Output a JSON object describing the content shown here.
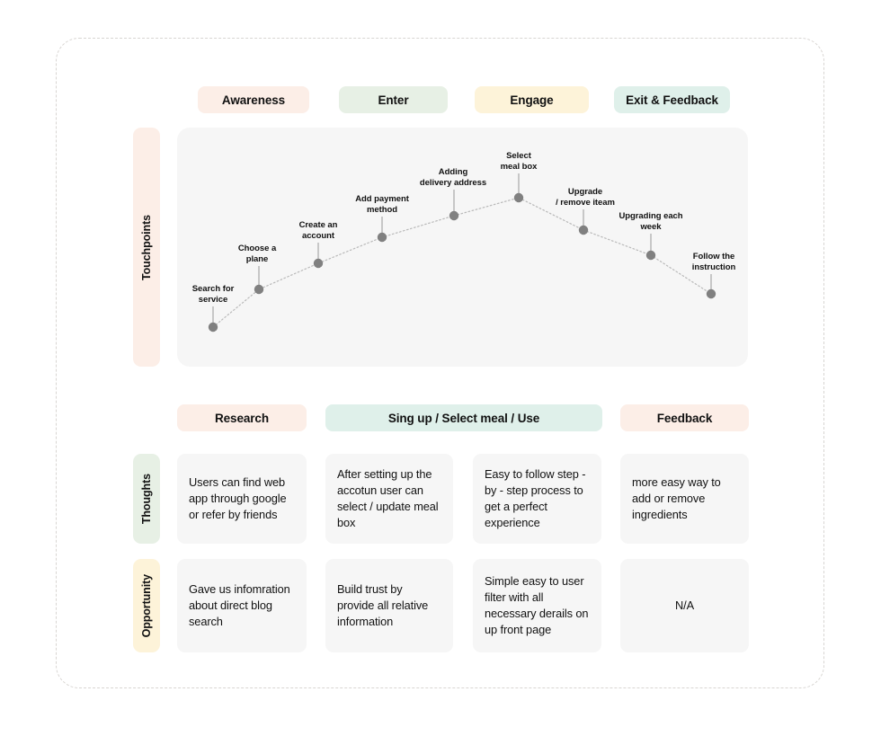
{
  "stages": [
    {
      "label": "Awareness",
      "color": "#fceee7"
    },
    {
      "label": "Enter",
      "color": "#e7f0e5"
    },
    {
      "label": "Engage",
      "color": "#fdf3d9"
    },
    {
      "label": "Exit & Feedback",
      "color": "#dff0ea"
    }
  ],
  "rows": {
    "touchpoints": {
      "label": "Touchpoints",
      "color": "#fceee7"
    },
    "thoughts": {
      "label": "Thoughts",
      "color": "#e7f0e5"
    },
    "opportunity": {
      "label": "Opportunity",
      "color": "#fdf3d9"
    }
  },
  "section_headers": [
    {
      "label": "Research",
      "color": "#fceee7"
    },
    {
      "label": "Sing up / Select meal / Use",
      "color": "#dff0ea"
    },
    {
      "label": "Feedback",
      "color": "#fceee7"
    }
  ],
  "thoughts_cells": [
    "Users can find web app through google or refer by friends",
    "After setting up the accotun user can select / update meal box",
    "Easy to follow step - by - step process to get a perfect experience",
    "more easy way to add or remove ingredients"
  ],
  "opportunity_cells": [
    "Gave us infomration about direct blog search",
    "Build trust by provide all relative information",
    "Simple easy to user filter with all necessary derails  on up front page",
    "N/A"
  ],
  "chart_data": {
    "type": "line",
    "title": "Touchpoints",
    "xlabel": "",
    "ylabel": "",
    "grid": false,
    "legend": null,
    "dot_color": "#808080",
    "line_color": "#b9b9b9",
    "line_style": "dotted",
    "stem_color": "#a8a8a8",
    "xlim": [
      0,
      635
    ],
    "ylim": [
      0,
      266
    ],
    "categories": [
      "Search for service",
      "Choose a plane",
      "Create an account",
      "Add payment method",
      "Adding delivery address",
      "Select meal box",
      "Upgrade / remove iteam",
      "Upgrading each week",
      "Follow the instruction"
    ],
    "points": [
      {
        "label": "Search for\nservice",
        "x": 40,
        "y": 222,
        "label_x": 40,
        "label_y": 174
      },
      {
        "label": "Choose a\nplane",
        "x": 91,
        "y": 180,
        "label_x": 89,
        "label_y": 129
      },
      {
        "label": "Create an\naccount",
        "x": 157,
        "y": 151,
        "label_x": 157,
        "label_y": 103
      },
      {
        "label": "Add payment\nmethod",
        "x": 228,
        "y": 122,
        "label_x": 228,
        "label_y": 74
      },
      {
        "label": "Adding\ndelivery address",
        "x": 308,
        "y": 98,
        "label_x": 307,
        "label_y": 44
      },
      {
        "label": "Select\nmeal box",
        "x": 380,
        "y": 78,
        "label_x": 380,
        "label_y": 26
      },
      {
        "label": "Upgrade\n/ remove iteam",
        "x": 452,
        "y": 114,
        "label_x": 454,
        "label_y": 66
      },
      {
        "label": "Upgrading each\nweek",
        "x": 527,
        "y": 142,
        "label_x": 527,
        "label_y": 93
      },
      {
        "label": "Follow the\ninstruction",
        "x": 594,
        "y": 185,
        "label_x": 597,
        "label_y": 138
      }
    ],
    "values": [
      222,
      180,
      151,
      122,
      98,
      78,
      114,
      142,
      185
    ]
  }
}
